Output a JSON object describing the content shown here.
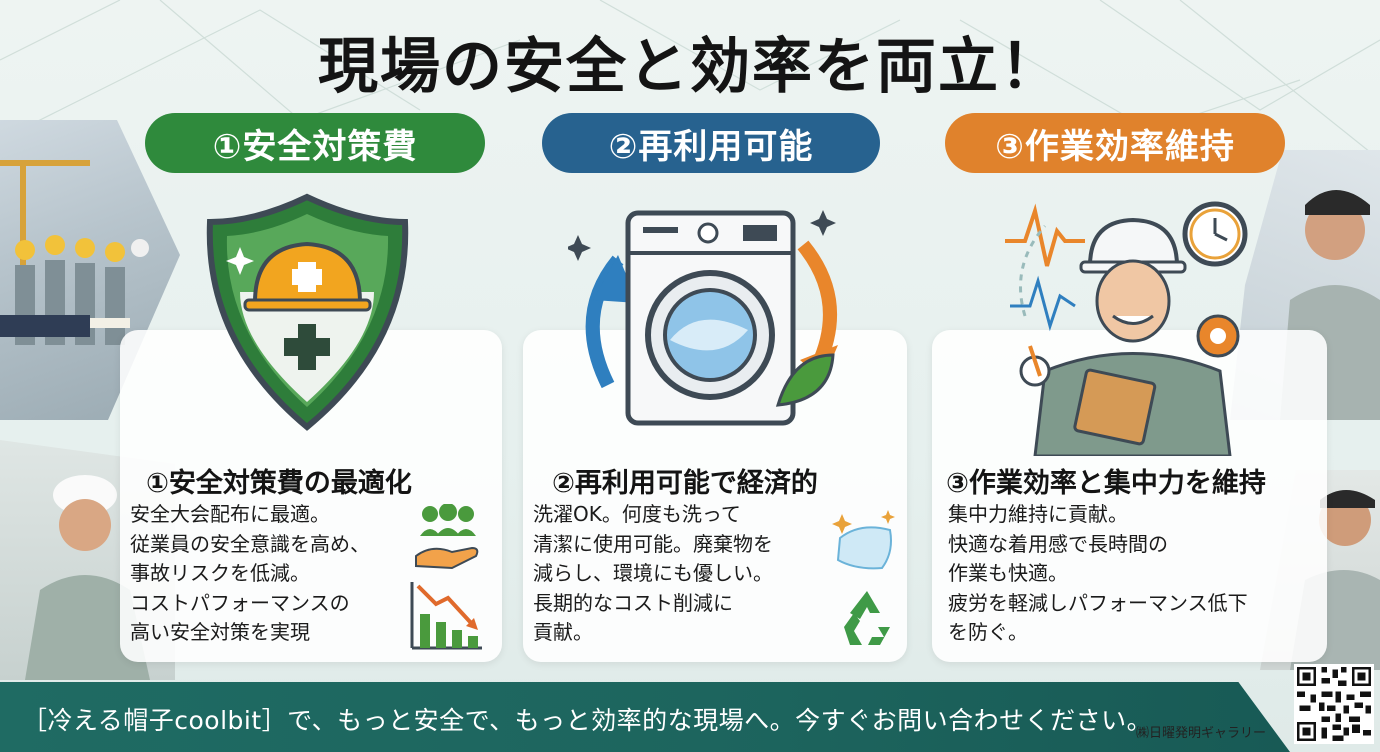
{
  "title": "現場の安全と効率を両立！",
  "pills": [
    {
      "label": "①安全対策費",
      "color": "#2f8a3c"
    },
    {
      "label": "②再利用可能",
      "color": "#27628f"
    },
    {
      "label": "③作業効率維持",
      "color": "#e0822c"
    }
  ],
  "cards": [
    {
      "heading": "①安全対策費の最適化",
      "lines": [
        "安全大会配布に最適。",
        "従業員の安全意識を高め、",
        "事故リスクを低減。",
        "コストパフォーマンスの",
        "高い安全対策を実現"
      ],
      "icons": [
        "shield-helmet-icon",
        "people-hand-icon",
        "down-trend-chart-icon"
      ]
    },
    {
      "heading": "②再利用可能で経済的",
      "lines": [
        "洗濯OK。何度も洗って",
        "清潔に使用可能。廃棄物を",
        "減らし、環境にも優しい。",
        "長期的なコスト削減に",
        "貢献。"
      ],
      "icons": [
        "washing-machine-icon",
        "sparkle-towel-icon",
        "recycle-icon"
      ]
    },
    {
      "heading": "③作業効率と集中力を維持",
      "lines": [
        "集中力維持に貢献。",
        "快適な着用感で長時間の",
        "作業も快適。",
        "疲労を軽減しパフォーマンス低下",
        "を防ぐ。"
      ],
      "icons": [
        "worker-clipboard-icon",
        "clock-icon",
        "gear-icon"
      ]
    }
  ],
  "footer": {
    "text": "［冷える帽子coolbit］で、もっと安全で、もっと効率的な現場へ。今すぐお問い合わせください。",
    "company": "㈱日曜発明ギャラリー"
  },
  "colors": {
    "green": "#2f8a3c",
    "blue": "#27628f",
    "orange": "#e0822c",
    "footer": "#1f6b63"
  }
}
